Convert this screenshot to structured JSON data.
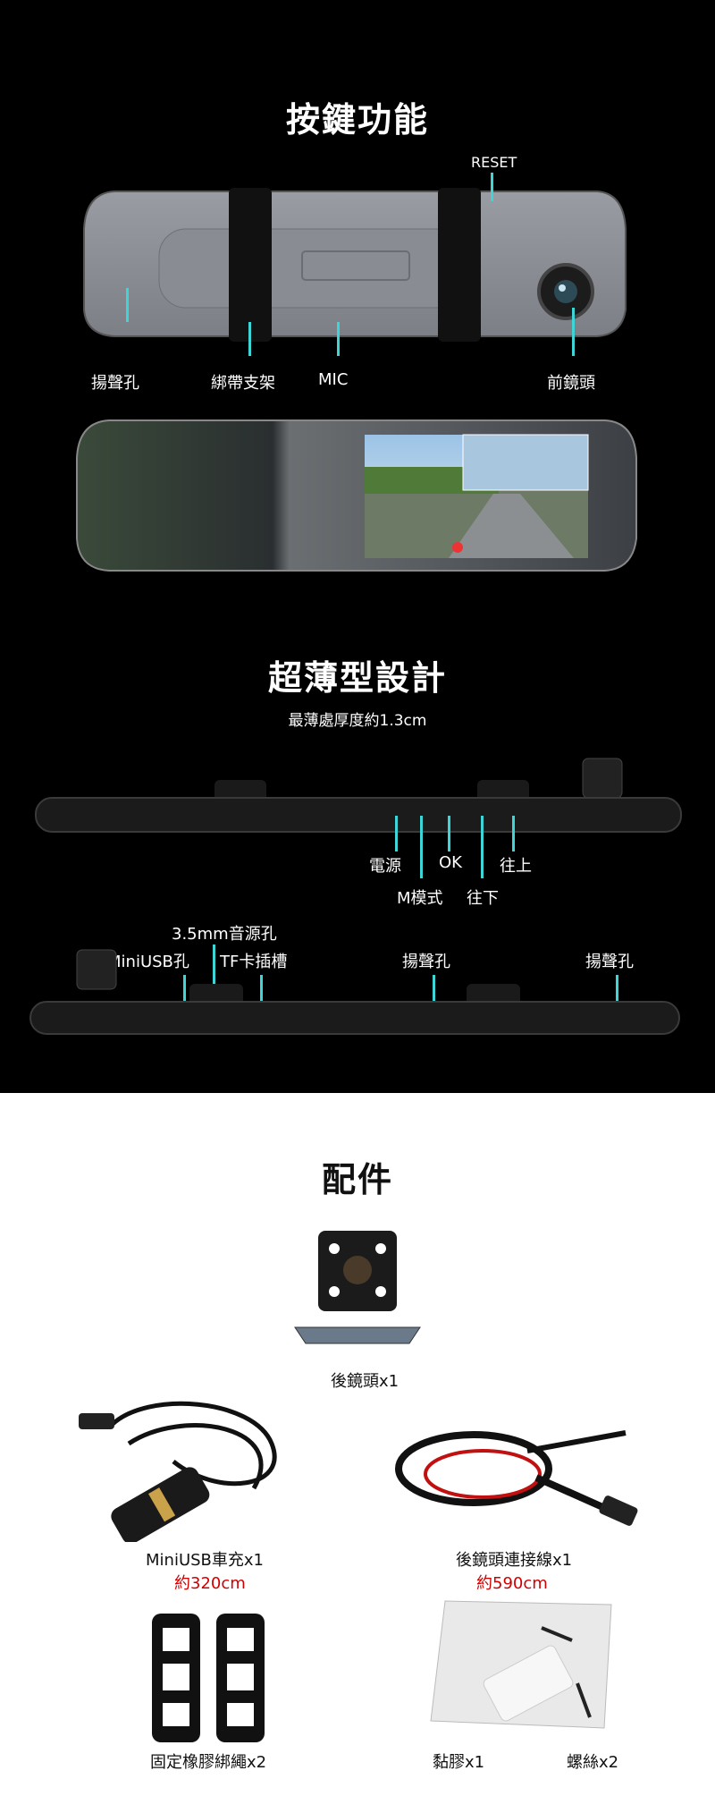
{
  "section_keys": {
    "title": "按鍵功能",
    "reset": "RESET",
    "speaker": "揚聲孔",
    "strap": "綁帶支架",
    "mic": "MIC",
    "front_lens": "前鏡頭"
  },
  "section_thin": {
    "title": "超薄型設計",
    "subtitle": "最薄處厚度約1.3cm",
    "power": "電源",
    "ok": "OK",
    "up": "往上",
    "mode": "M模式",
    "down": "往下",
    "audio": "3.5mm音源孔",
    "miniusb": "MiniUSB孔",
    "tf": "TF卡插槽",
    "speaker_mid": "揚聲孔",
    "speaker_right": "揚聲孔"
  },
  "section_accessories": {
    "title": "配件",
    "rear_cam": "後鏡頭x1",
    "charger": "MiniUSB車充x1",
    "charger_len": "約320cm",
    "cable": "後鏡頭連接線x1",
    "cable_len": "約590cm",
    "bands": "固定橡膠綁繩x2",
    "adhesive": "黏膠x1",
    "screws": "螺絲x2"
  },
  "colors": {
    "accent": "#3fd4d6",
    "length_red": "#d10000"
  }
}
